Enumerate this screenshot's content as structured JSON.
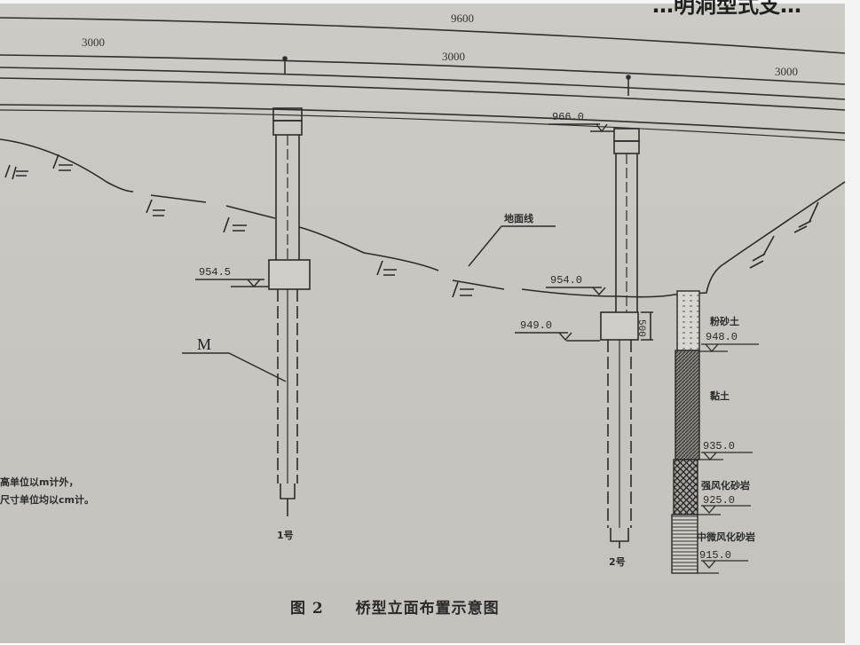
{
  "header": {
    "partial_title": "…明洞型式支…"
  },
  "dimensions": {
    "total_span": "9600",
    "span_left": "3000",
    "span_middle": "3000",
    "span_right": "3000"
  },
  "pier1": {
    "name": "1号",
    "cap_elevation": "954.5",
    "pile_label": "M"
  },
  "pier2": {
    "name": "2号",
    "top_elevation": "966.0",
    "ground_elevation": "954.0",
    "cap_elevation": "949.0",
    "cap_height": "500"
  },
  "ground_line_label": "地面线",
  "soil_column": {
    "layers": [
      {
        "name": "粉砂土",
        "bottom_elevation": "948.0",
        "pattern": "dots"
      },
      {
        "name": "黏土",
        "bottom_elevation": "935.0",
        "pattern": "hatch"
      },
      {
        "name": "强风化砂岩",
        "bottom_elevation": "925.0",
        "pattern": "crosshatch"
      },
      {
        "name": "中微风化砂岩",
        "bottom_elevation": "915.0",
        "pattern": "horizontal"
      }
    ]
  },
  "notes": [
    "高单位以m计外，",
    "尺寸单位均以cm计。"
  ],
  "caption": {
    "figure_no": "图 2",
    "title": "桥型立面布置示意图"
  },
  "colors": {
    "paper": "#c9c7c1",
    "ink": "#2a2a2a"
  }
}
